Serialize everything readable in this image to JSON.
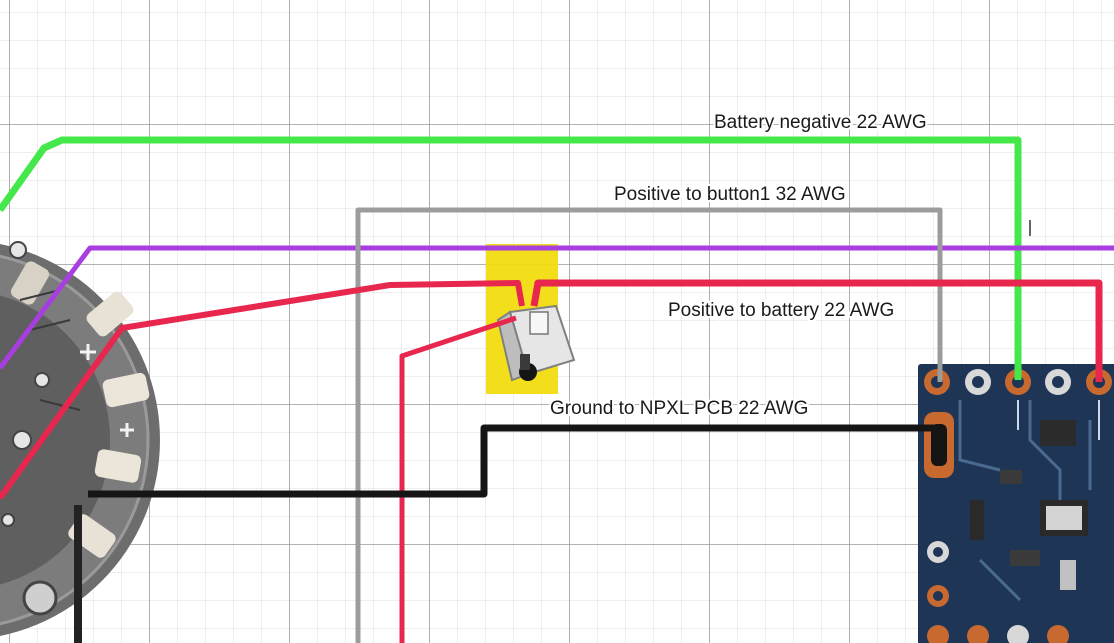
{
  "colors": {
    "background": "#ffffff",
    "grid_minor": "#dcdcdc",
    "grid_major": "#9a9a9a",
    "wire_green": "#44e84a",
    "wire_purple": "#a93ee0",
    "wire_gray": "#9c9c9c",
    "wire_red": "#e8274f",
    "wire_black": "#151515",
    "switch_highlight": "#f2dc10",
    "pcb": "#1e3556",
    "pad_copper": "#c8692f"
  },
  "wires": [
    {
      "id": "battery-negative",
      "label": "Battery negative 22 AWG",
      "color": "green"
    },
    {
      "id": "positive-button",
      "label": "Positive to button1 32 AWG",
      "color": "gray"
    },
    {
      "id": "positive-battery",
      "label": "Positive to battery 22 AWG",
      "color": "red"
    },
    {
      "id": "ground-npxl",
      "label": "Ground to NPXL PCB 22 AWG",
      "color": "black"
    }
  ],
  "components": {
    "led_ring": "neopixel-ring-board-photo",
    "switch": "slide-switch-highlighted",
    "pcb": "npxl-pcb-board-photo"
  }
}
